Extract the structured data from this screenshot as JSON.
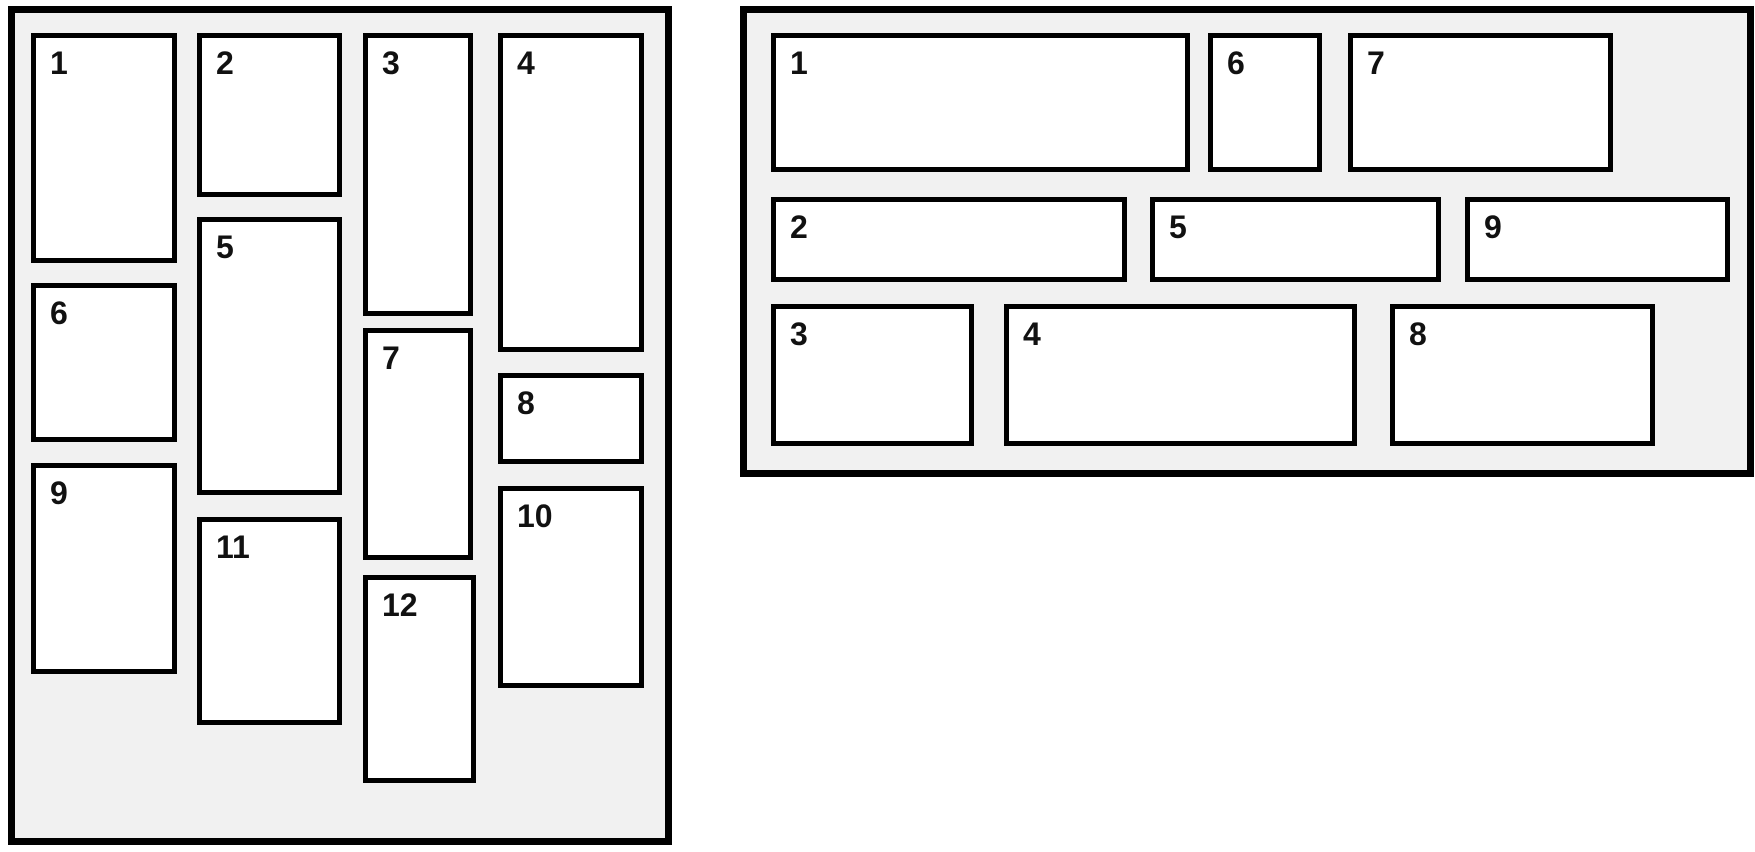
{
  "colors": {
    "page_background": "#ffffff",
    "panel_background": "#f1f1f1",
    "box_background": "#ffffff",
    "border": "#000000",
    "number_text": "#111111"
  },
  "masonry_panel": {
    "labels": [
      "1",
      "2",
      "3",
      "4",
      "5",
      "6",
      "7",
      "8",
      "9",
      "10",
      "11",
      "12"
    ]
  },
  "rows_panel": {
    "labels": [
      "1",
      "2",
      "3",
      "4",
      "5",
      "6",
      "7",
      "8",
      "9"
    ]
  }
}
